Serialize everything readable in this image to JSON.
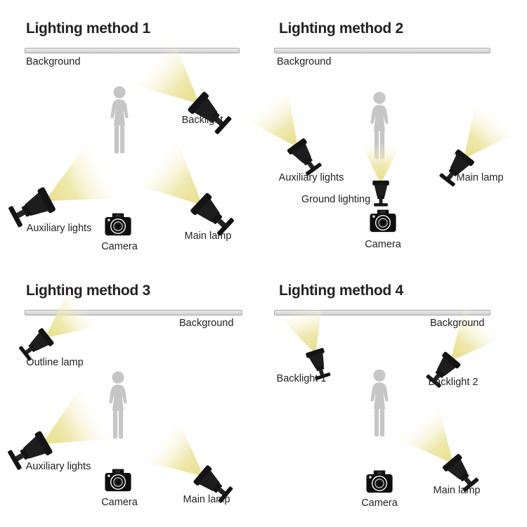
{
  "diagram": {
    "type": "photography-lighting-setups",
    "panel_count": 4
  },
  "colors": {
    "beam_core": "#e6dc7e",
    "beam_mid": "#ece5a0",
    "beam_fade": "#faf7dd",
    "silhouette": "#c6c6c6",
    "bar_fill": "#dedede",
    "bar_border": "#a8a8a8",
    "fixture": "#141414",
    "text": "#222222",
    "page_background": "#ffffff"
  },
  "icons": {
    "spotlight-icon": "black studio spotlight fixture emitting yellow beam cone",
    "person-silhouette-icon": "gray standing person silhouette",
    "camera-icon": "black camera with white lens rings"
  },
  "panels": [
    {
      "title": "Lighting method 1",
      "background_label": "Background",
      "camera_label": "Camera",
      "lights": [
        {
          "name": "backlight",
          "label": "Backlight"
        },
        {
          "name": "auxiliary-lights",
          "label": "Auxiliary lights"
        },
        {
          "name": "main-lamp",
          "label": "Main lamp"
        }
      ]
    },
    {
      "title": "Lighting method 2",
      "background_label": "Background",
      "camera_label": "Camera",
      "lights": [
        {
          "name": "auxiliary-lights",
          "label": "Auxiliary lights"
        },
        {
          "name": "ground-lighting",
          "label": "Ground lighting"
        },
        {
          "name": "main-lamp",
          "label": "Main lamp"
        }
      ]
    },
    {
      "title": "Lighting method 3",
      "background_label": "Background",
      "camera_label": "Camera",
      "lights": [
        {
          "name": "outline-lamp",
          "label": "Outline lamp"
        },
        {
          "name": "auxiliary-lights",
          "label": "Auxiliary lights"
        },
        {
          "name": "main-lamp",
          "label": "Main lamp"
        }
      ]
    },
    {
      "title": "Lighting method 4",
      "background_label": "Background",
      "camera_label": "Camera",
      "lights": [
        {
          "name": "backlight-1",
          "label": "Backlight 1"
        },
        {
          "name": "backlight-2",
          "label": "Backlight 2"
        },
        {
          "name": "main-lamp",
          "label": "Main lamp"
        }
      ]
    }
  ]
}
